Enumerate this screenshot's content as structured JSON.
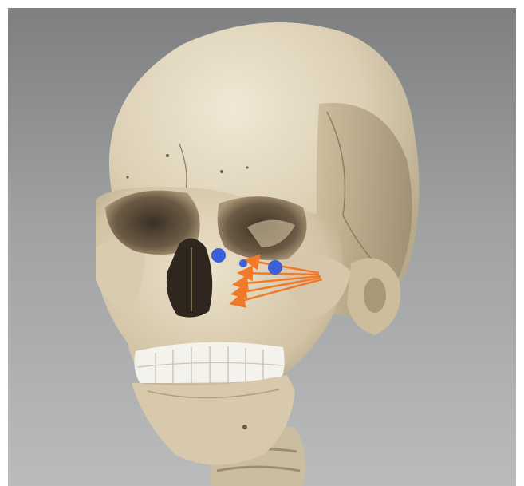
{
  "image": {
    "subject": "skull-illustration",
    "colors": {
      "background_top": "#7d7f81",
      "background_bottom": "#b9bbbd",
      "bone": "#e2d8c2",
      "bone_shadow": "#b8a98a",
      "teeth": "#f4f2ec",
      "marker": "#3b5fd6",
      "arrow": "#f07a2a"
    },
    "markers": [
      {
        "name": "point-a",
        "size": "large"
      },
      {
        "name": "point-b",
        "size": "small"
      },
      {
        "name": "point-c",
        "size": "large"
      }
    ],
    "arrows": {
      "count": 5,
      "direction": "left"
    }
  }
}
